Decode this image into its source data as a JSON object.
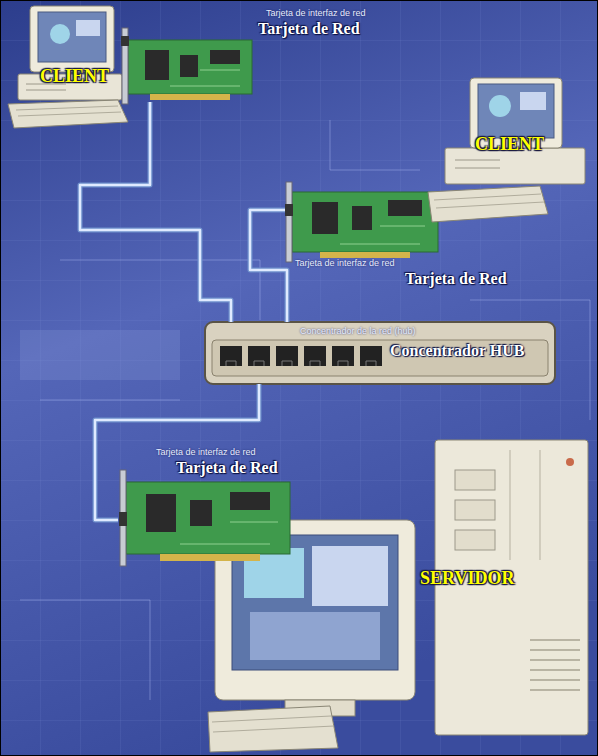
{
  "diagram": {
    "nodes": [
      {
        "text": [
          "CLIENT"
        ]
      },
      {
        "text": [
          "Tarjeta de interfaz de red",
          "Tarjeta de Red"
        ]
      },
      {
        "text": [
          "CLIENT"
        ]
      },
      {
        "text": [
          "Tarjeta de interfaz de red",
          "Tarjeta de Red"
        ]
      },
      {
        "text": [
          "Concentrador de la red (hub)",
          "Concentrador HUB"
        ]
      },
      {
        "text": [
          "Tarjeta de interfaz de red",
          "Tarjeta de Red"
        ]
      },
      {
        "text": [
          "SERVIDOR"
        ]
      }
    ],
    "edges": [
      {
        "from": 1,
        "to": 4,
        "arrow": "none"
      },
      {
        "from": 3,
        "to": 4,
        "arrow": "none"
      },
      {
        "from": 4,
        "to": 5,
        "arrow": "none"
      }
    ]
  }
}
